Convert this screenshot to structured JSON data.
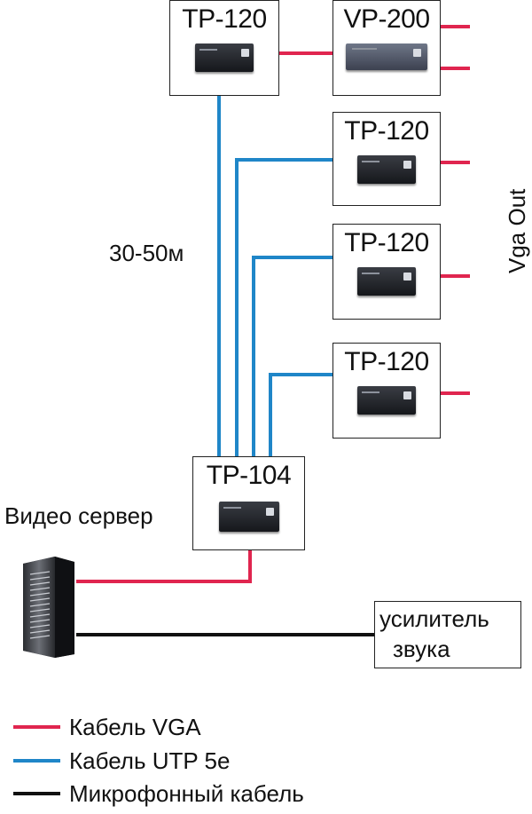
{
  "colors": {
    "vga": "#e0254f",
    "utp": "#1f86c8",
    "mic": "#111111"
  },
  "devices": {
    "tp120_top": "TP-120",
    "vp200": "VP-200",
    "tp120_r1": "TP-120",
    "tp120_r2": "TP-120",
    "tp120_r3": "TP-120",
    "tp104": "TP-104"
  },
  "labels": {
    "distance": "30-50м",
    "vga_out": "Vga Out",
    "video_server": "Видео сервер",
    "amplifier_line1": "усилитель",
    "amplifier_line2": "звука"
  },
  "legend": {
    "vga": "Кабель VGA",
    "utp": "Кабель UTP 5e",
    "mic": "Микрофонный кабель"
  }
}
